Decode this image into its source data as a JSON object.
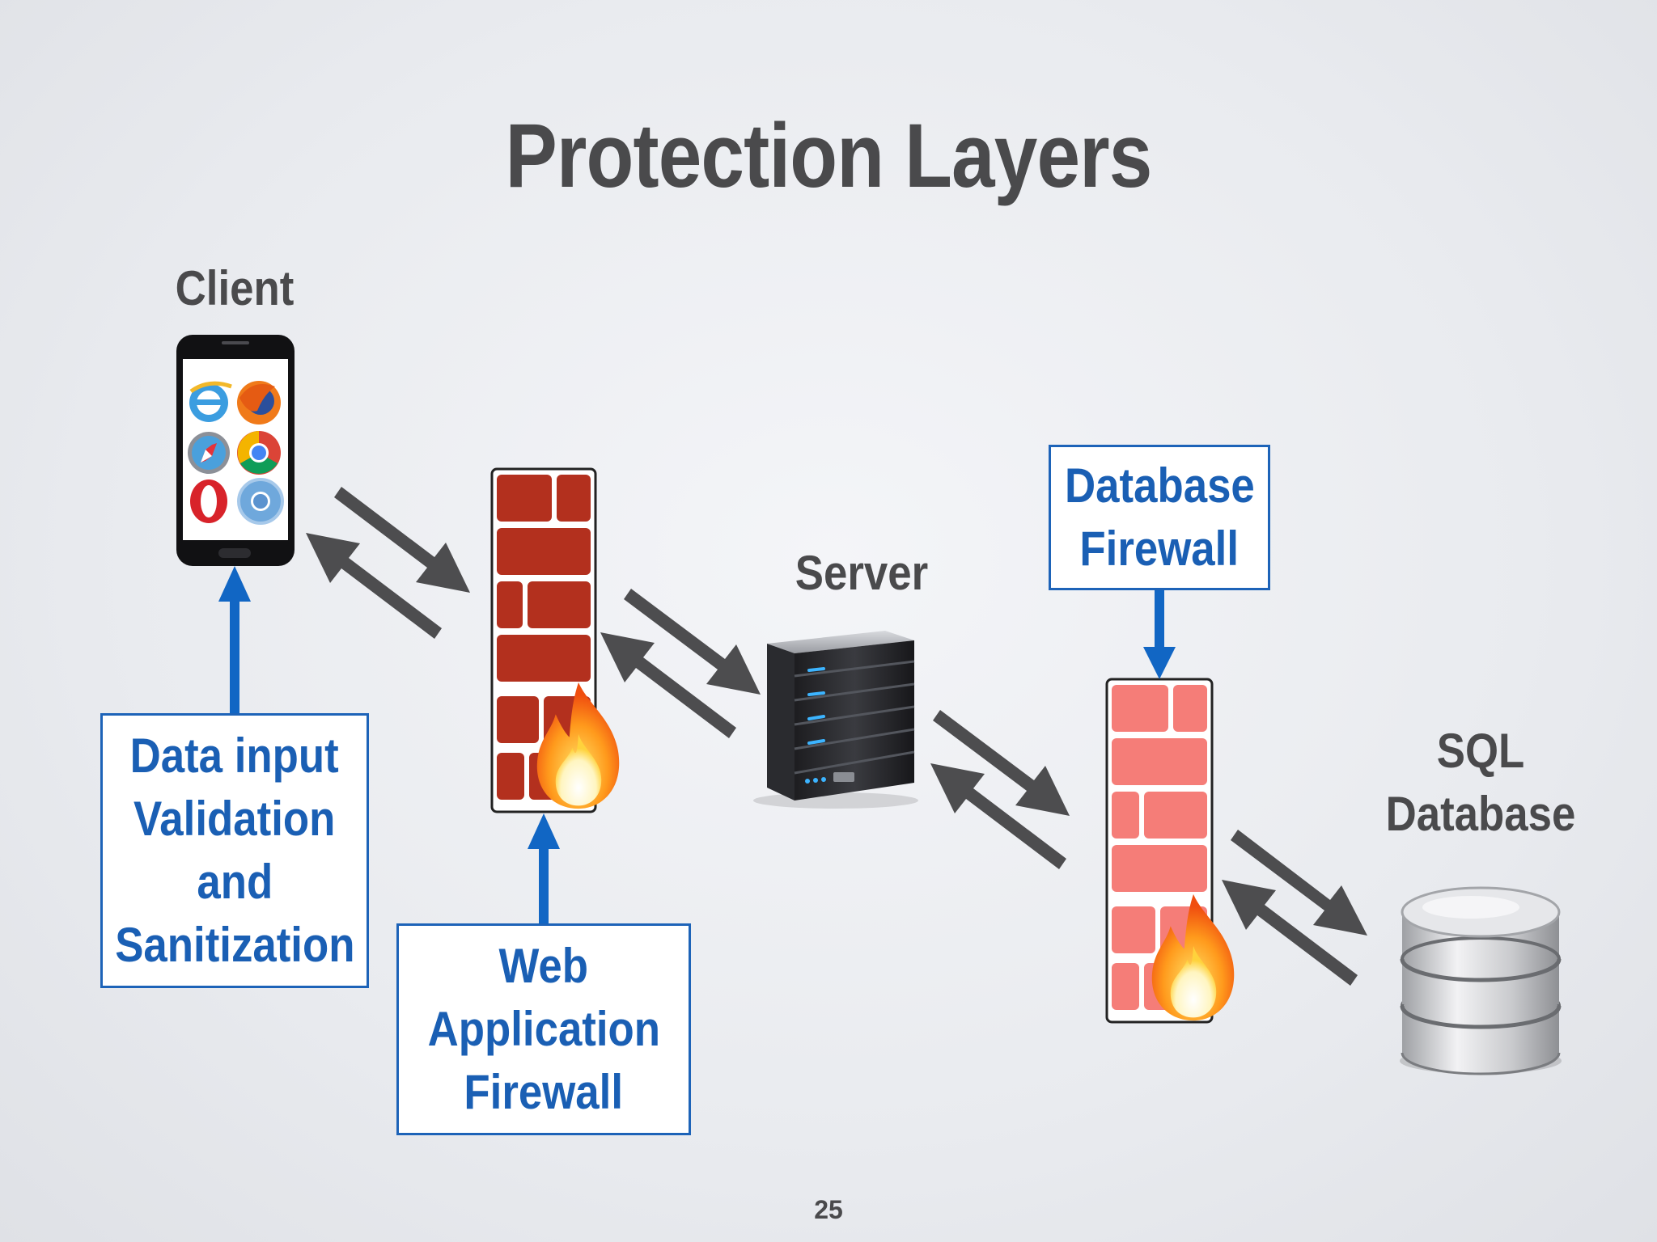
{
  "slide": {
    "title": "Protection Layers",
    "page_number": "25"
  },
  "nodes": {
    "client": "Client",
    "server": "Server",
    "sql_database_line1": "SQL",
    "sql_database_line2": "Database"
  },
  "callouts": {
    "data_input": [
      "Data input",
      "Validation",
      "and",
      "Sanitization"
    ],
    "waf": [
      "Web",
      "Application",
      "Firewall"
    ],
    "db_firewall": [
      "Database",
      "Firewall"
    ]
  },
  "colors": {
    "title": "#4a4a4c",
    "callout_text": "#1a5fb4",
    "callout_border": "#1d63b8",
    "web_firewall_brick": "#b3301e",
    "db_firewall_brick": "#f57d78",
    "arrow_gray": "#4d4d4f",
    "arrow_blue": "#1166c4"
  },
  "icons": {
    "client_device": "smartphone-icon",
    "browsers": [
      "internet-explorer-icon",
      "firefox-icon",
      "safari-icon",
      "chrome-icon",
      "opera-icon",
      "chromium-icon"
    ],
    "web_firewall": "brick-firewall-icon",
    "server": "server-icon",
    "db_firewall": "brick-firewall-icon",
    "database": "database-icon",
    "flame": "fire-icon"
  }
}
